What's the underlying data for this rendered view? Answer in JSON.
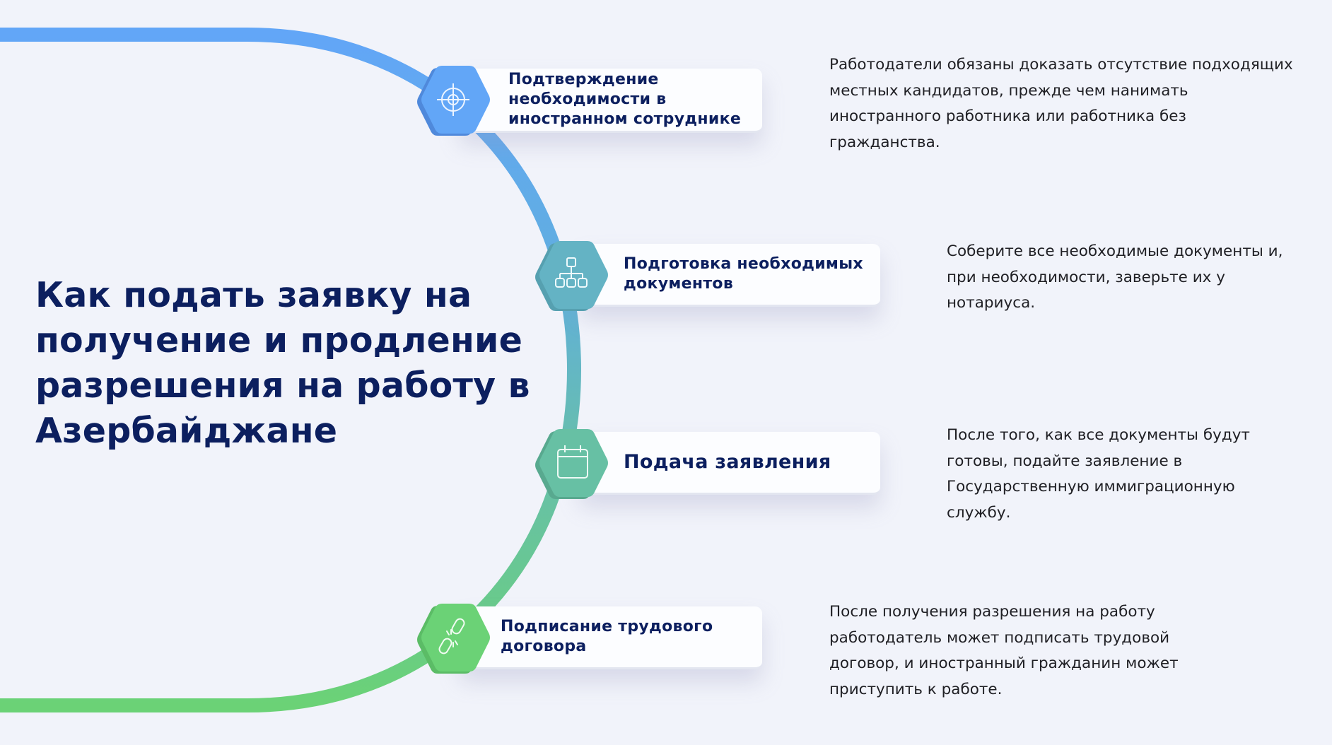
{
  "title": "Как подать заявку на получение и продление разрешения на работу в Азербайджане",
  "colors": {
    "background": "#f1f3fa",
    "title": "#0c1f5f",
    "card_text": "#0c1f5f",
    "description_text": "#1f1f24",
    "curve_start": "#62a6f7",
    "curve_end": "#6bd276"
  },
  "steps": [
    {
      "label": "Подтверждение необходимости в иностранном сотруднике",
      "icon": "target-icon",
      "color": "#62a6f7",
      "description": "Работодатели обязаны доказать отсутствие подходящих местных кандидатов, прежде чем нанимать иностранного работника или работника без гражданства."
    },
    {
      "label": "Подготовка необходимых документов",
      "icon": "hierarchy-icon",
      "color": "#64b3c4",
      "description": "Соберите все необходимые документы и, при необходимости, заверьте их у нотариуса."
    },
    {
      "label": "Подача заявления",
      "icon": "calendar-icon",
      "color": "#67c0a4",
      "description": "После того, как все документы будут готовы, подайте заявление в Государственную иммиграционную службу."
    },
    {
      "label": "Подписание трудового договора",
      "icon": "broken-link-icon",
      "color": "#6bd276",
      "description": "После получения разрешения на работу работодатель может подписать трудовой договор, и иностранный гражданин может приступить к работе."
    }
  ]
}
